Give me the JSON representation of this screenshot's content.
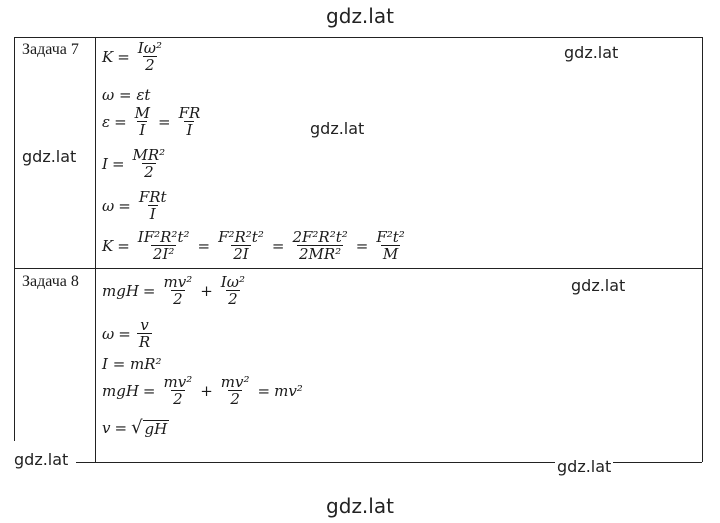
{
  "watermark": "gdz.lat",
  "task7": {
    "label": "Задача 7",
    "eq1": {
      "lhs": "K",
      "num": "Iω²",
      "den": "2"
    },
    "eq2": "ω = εt",
    "eq3": {
      "lhs": "ε",
      "num1": "M",
      "den1": "I",
      "num2": "FR",
      "den2": "I"
    },
    "eq4": {
      "lhs": "I",
      "num": "MR²",
      "den": "2"
    },
    "eq5": {
      "lhs": "ω",
      "num": "FRt",
      "den": "I"
    },
    "eq6": {
      "lhs": "K",
      "n1": "IF²R²t²",
      "d1": "2I²",
      "n2": "F²R²t²",
      "d2": "2I",
      "n3": "2F²R²t²",
      "d3": "2MR²",
      "n4": "F²t²",
      "d4": "M"
    }
  },
  "task8": {
    "label": "Задача 8",
    "eq1": {
      "lhs": "mgH",
      "n1": "mv²",
      "d1": "2",
      "n2": "Iω²",
      "d2": "2"
    },
    "eq2": {
      "lhs": "ω",
      "num": "v",
      "den": "R"
    },
    "eq3": "I = mR²",
    "eq4": {
      "lhs": "mgH",
      "n1": "mv²",
      "d1": "2",
      "n2": "mv²",
      "d2": "2",
      "rhs": "mv²"
    },
    "eq5": {
      "lhs": "v",
      "arg": "gH"
    }
  }
}
